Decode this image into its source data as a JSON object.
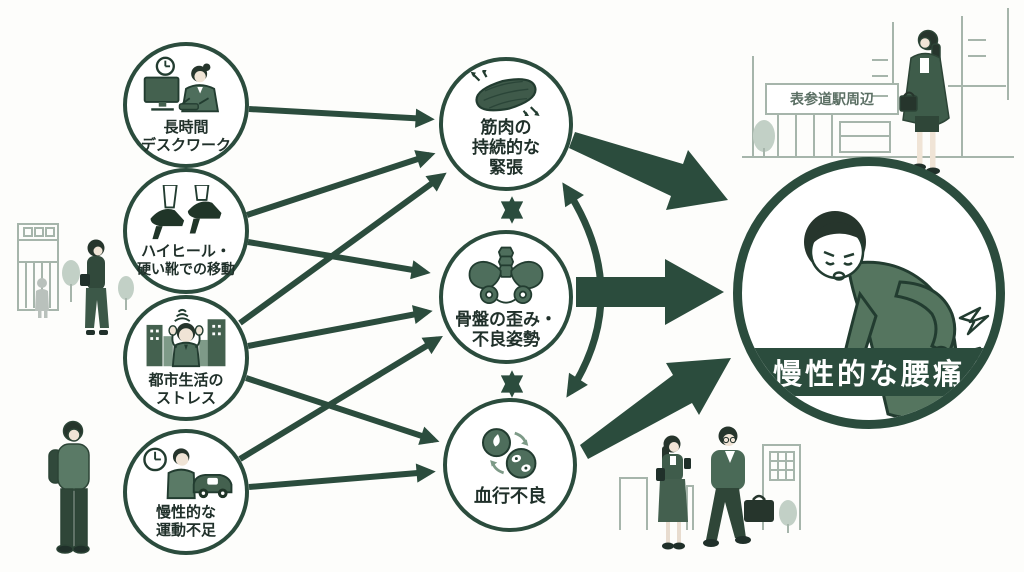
{
  "colors": {
    "primary_green": "#2b4c3d",
    "icon_green": "#4e6e5c",
    "pale_sketch": "#a6b5ab",
    "label_text": "#20302a",
    "banner_text": "#ffffff"
  },
  "causes": [
    {
      "id": "desk-work",
      "lines": [
        "長時間",
        "デスクワーク"
      ]
    },
    {
      "id": "high-heels",
      "lines": [
        "ハイヒール・",
        "硬い靴での移動"
      ]
    },
    {
      "id": "city-stress",
      "lines": [
        "都市生活の",
        "ストレス"
      ]
    },
    {
      "id": "inactivity",
      "lines": [
        "慢性的な",
        "運動不足"
      ]
    }
  ],
  "mechanisms": [
    {
      "id": "muscle-tension",
      "lines": [
        "筋肉の",
        "持続的な",
        "緊張"
      ]
    },
    {
      "id": "pelvis-posture",
      "lines": [
        "骨盤の歪み・",
        "不良姿勢"
      ]
    },
    {
      "id": "poor-circulation",
      "lines": [
        "血行不良"
      ]
    }
  ],
  "outcome": {
    "id": "chronic-back-pain",
    "label": "慢性的な腰痛"
  },
  "scenery": {
    "station_sign": "表参道駅周辺"
  },
  "edges": [
    {
      "from": "desk-work",
      "to": "muscle-tension",
      "style": "thin"
    },
    {
      "from": "high-heels",
      "to": "muscle-tension",
      "style": "thin"
    },
    {
      "from": "high-heels",
      "to": "pelvis-posture",
      "style": "thin"
    },
    {
      "from": "city-stress",
      "to": "muscle-tension",
      "style": "thin"
    },
    {
      "from": "city-stress",
      "to": "pelvis-posture",
      "style": "thin"
    },
    {
      "from": "city-stress",
      "to": "poor-circulation",
      "style": "thin"
    },
    {
      "from": "inactivity",
      "to": "pelvis-posture",
      "style": "thin"
    },
    {
      "from": "inactivity",
      "to": "poor-circulation",
      "style": "thin"
    },
    {
      "from": "muscle-tension",
      "to": "pelvis-posture",
      "style": "double-headed"
    },
    {
      "from": "pelvis-posture",
      "to": "poor-circulation",
      "style": "double-headed"
    },
    {
      "from": "muscle-tension",
      "to": "poor-circulation",
      "style": "double-headed-curved"
    },
    {
      "from": "muscle-tension",
      "to": "chronic-back-pain",
      "style": "bold"
    },
    {
      "from": "pelvis-posture",
      "to": "chronic-back-pain",
      "style": "bold"
    },
    {
      "from": "poor-circulation",
      "to": "chronic-back-pain",
      "style": "bold"
    }
  ]
}
